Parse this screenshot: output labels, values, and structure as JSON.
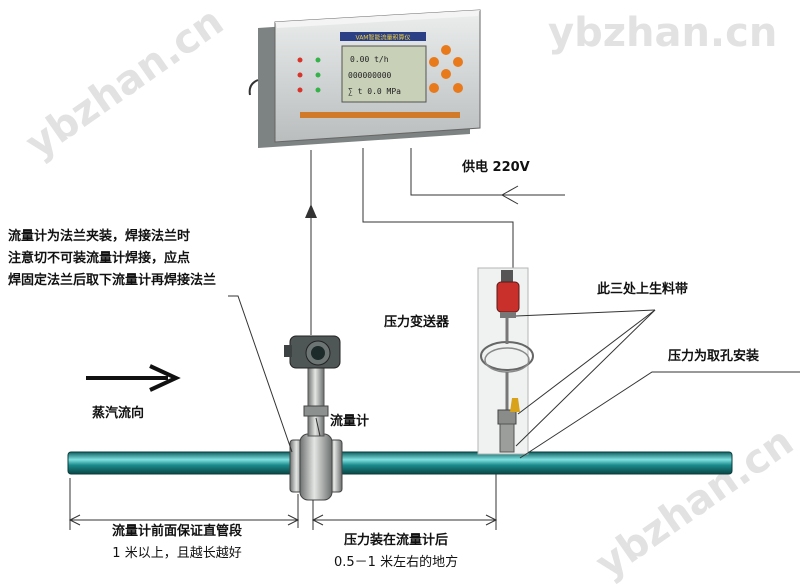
{
  "watermarks": {
    "top_right": "ybzhan.cn",
    "left": "ybzhan.cn",
    "bottom_right": "ybzhan.cn"
  },
  "display_unit": {
    "header": "VAM智能流量积算仪",
    "lcd": {
      "line1": "0.00  t/h",
      "line2": "000000000",
      "line3": "∑ t  0.0 MPa"
    }
  },
  "labels": {
    "power": "供电 220V",
    "install_note": [
      "流量计为法兰夹装，焊接法兰时",
      "注意切不可装流量计焊接，应点",
      "焊固定法兰后取下流量计再焊接法兰"
    ],
    "steam_direction": "蒸汽流向",
    "flowmeter": "流量计",
    "pressure_transmitter": "压力变送器",
    "ptfe_tape": "此三处上生料带",
    "pressure_tap": "压力为取孔安装",
    "straight_pipe": [
      "流量计前面保证直管段",
      "1 米以上，且越长越好"
    ],
    "pressure_position": [
      "压力装在流量计后",
      "0.5－1 米左右的地方"
    ]
  },
  "colors": {
    "pipe": "#1a8a8a",
    "pipe_highlight": "#7fe0e0",
    "display_body": "#d9dcdc",
    "lcd": "#c8d0b8",
    "button": "#e87a1c"
  }
}
